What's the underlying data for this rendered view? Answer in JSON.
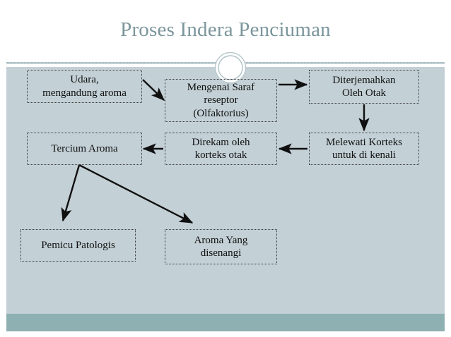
{
  "slide": {
    "title": "Proses Indera Penciuman",
    "theme": {
      "title_color": "#7c969c",
      "body_background": "#c3d0d6",
      "header_background": "#ffffff",
      "accent_bar_color": "#8fb0b2",
      "box_border_color": "#3a3a3a",
      "text_color": "#101010"
    },
    "decoration": {
      "shape": "double-circle-icon",
      "ring_color": "#9fb3b8"
    }
  },
  "diagram": {
    "type": "flowchart",
    "nodes": [
      {
        "id": "udara",
        "label": "Udara,\nmengandung aroma"
      },
      {
        "id": "saraf",
        "label": "Mengenai Saraf\nreseptor\n(Olfaktorius)"
      },
      {
        "id": "diterjemah",
        "label": "Diterjemahkan\nOleh Otak"
      },
      {
        "id": "tercium",
        "label": "Tercium Aroma"
      },
      {
        "id": "direkam",
        "label": "Direkam oleh\nkorteks otak"
      },
      {
        "id": "melewati",
        "label": "Melewati Korteks\nuntuk di kenali"
      },
      {
        "id": "pemicu",
        "label": "Pemicu Patologis"
      },
      {
        "id": "aroma_suka",
        "label": "Aroma Yang\ndisenangi"
      }
    ],
    "edges": [
      {
        "from": "udara",
        "to": "saraf",
        "style": "diagonal-down-right"
      },
      {
        "from": "saraf",
        "to": "diterjemah",
        "style": "horizontal-right"
      },
      {
        "from": "diterjemah",
        "to": "melewati",
        "style": "vertical-down"
      },
      {
        "from": "melewati",
        "to": "direkam",
        "style": "horizontal-left"
      },
      {
        "from": "direkam",
        "to": "tercium",
        "style": "horizontal-left"
      },
      {
        "from": "tercium",
        "to": "pemicu",
        "style": "diagonal-down-left"
      },
      {
        "from": "tercium",
        "to": "aroma_suka",
        "style": "diagonal-down-right"
      }
    ]
  }
}
